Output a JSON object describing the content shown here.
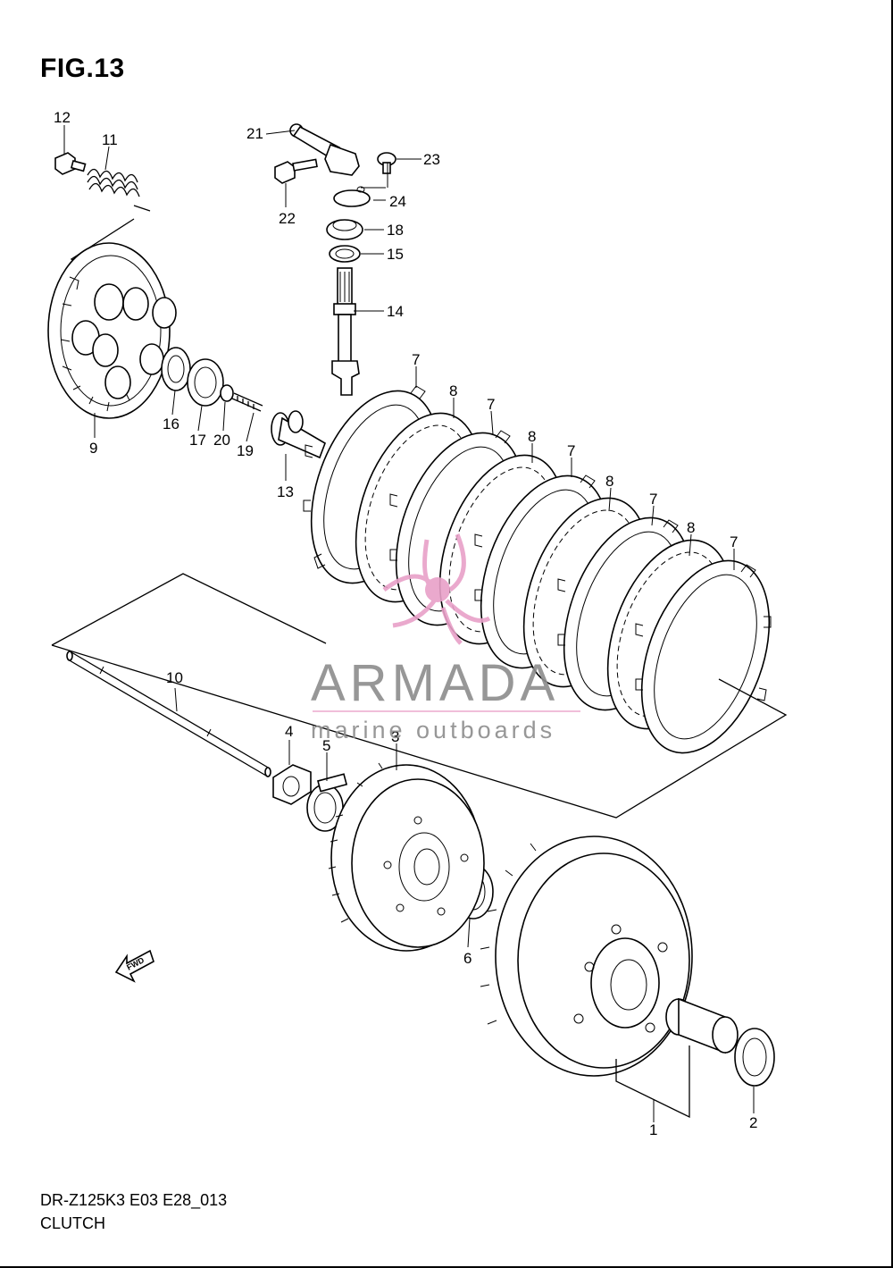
{
  "figure": {
    "title": "FIG.13",
    "code": "DR-Z125K3 E03 E28_013",
    "name": "CLUTCH"
  },
  "watermark": {
    "brand": "ARMADA",
    "tagline": "marine outboards",
    "logo_color": "#e8a0c8",
    "text_color": "#8c8c8c"
  },
  "fwd_label": "FWD",
  "part_labels": [
    "1",
    "2",
    "3",
    "4",
    "5",
    "6",
    "7",
    "7",
    "7",
    "7",
    "7",
    "8",
    "8",
    "8",
    "8",
    "9",
    "10",
    "11",
    "12",
    "13",
    "14",
    "15",
    "16",
    "17",
    "18",
    "19",
    "20",
    "21",
    "22",
    "23",
    "24"
  ]
}
